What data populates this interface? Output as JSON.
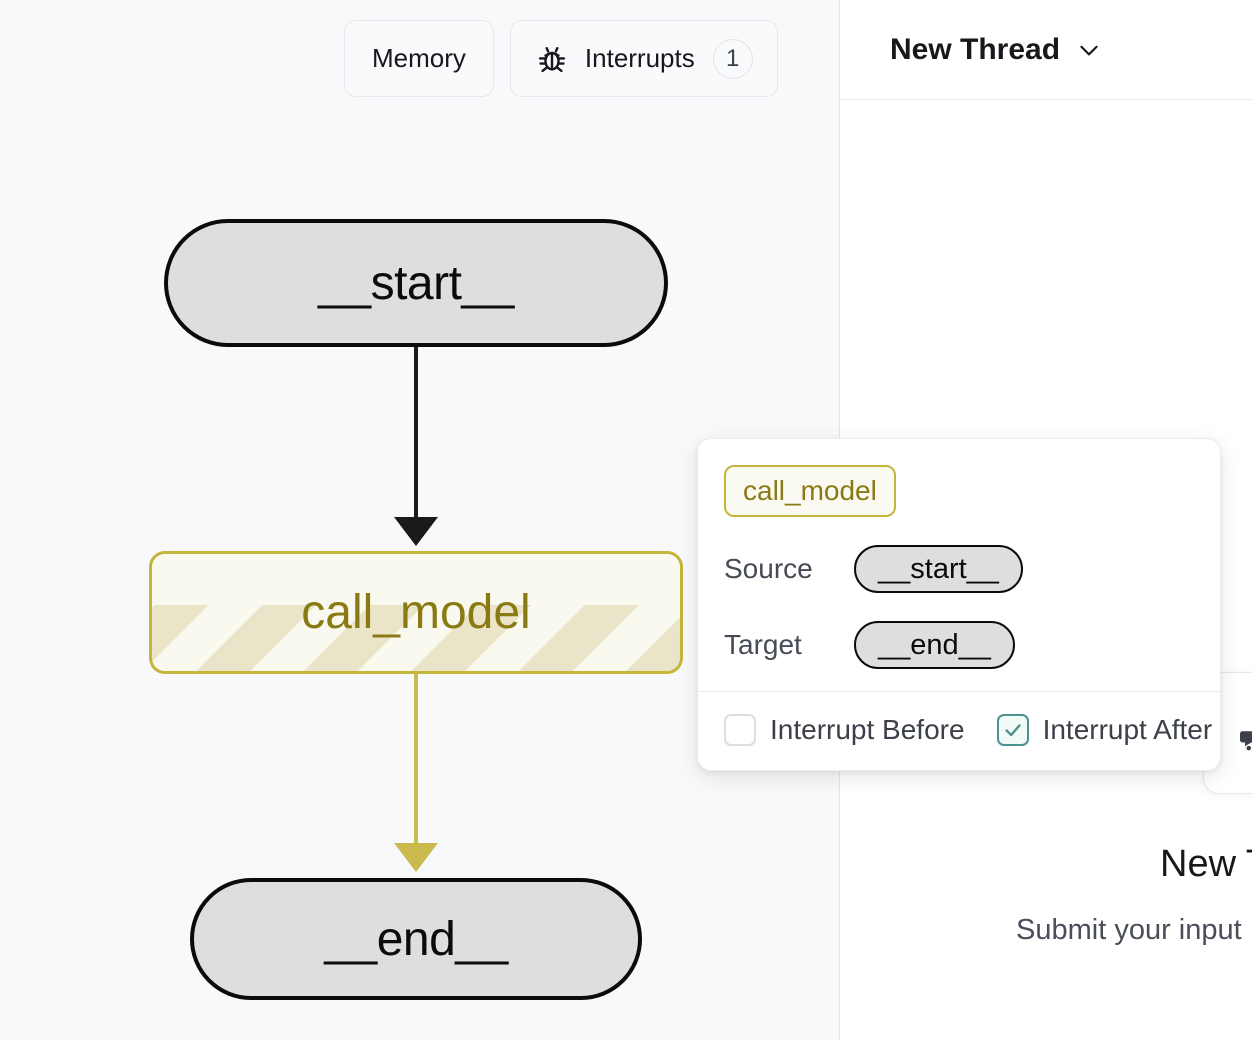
{
  "graph_toolbar": {
    "memory_label": "Memory",
    "interrupts_label": "Interrupts",
    "interrupts_icon": "bug-icon",
    "interrupts_count": "1"
  },
  "graph": {
    "nodes": [
      {
        "id": "start",
        "label": "__start__",
        "kind": "terminal"
      },
      {
        "id": "call_model",
        "label": "call_model",
        "kind": "active-striped"
      },
      {
        "id": "end",
        "label": "__end__",
        "kind": "terminal"
      }
    ],
    "edges": [
      {
        "from": "__start__",
        "to": "call_model",
        "color": "#1a1a1a"
      },
      {
        "from": "call_model",
        "to": "__end__",
        "color": "#cbbb4e"
      }
    ],
    "colors": {
      "background": "#f8f9fb",
      "terminal_fill": "#dedede",
      "terminal_stroke": "#0b0b0b",
      "active_stroke": "#c6b53b",
      "active_fill": "#faf9f0",
      "active_text": "#8a7a14"
    }
  },
  "edge_popup": {
    "node_chip": "call_model",
    "source_label": "Source",
    "source_value": "__start__",
    "target_label": "Target",
    "target_value": "__end__",
    "interrupt_before_label": "Interrupt Before",
    "interrupt_before_checked": false,
    "interrupt_after_label": "Interrupt After",
    "interrupt_after_checked": true,
    "accent_checked": "#4d9290"
  },
  "right_pane": {
    "thread_title": "New Thread",
    "thread_chevron_icon": "chevron-down-icon",
    "peek_card_icon": "message-icon",
    "empty_title": "New T",
    "empty_subtitle": "Submit your input"
  }
}
